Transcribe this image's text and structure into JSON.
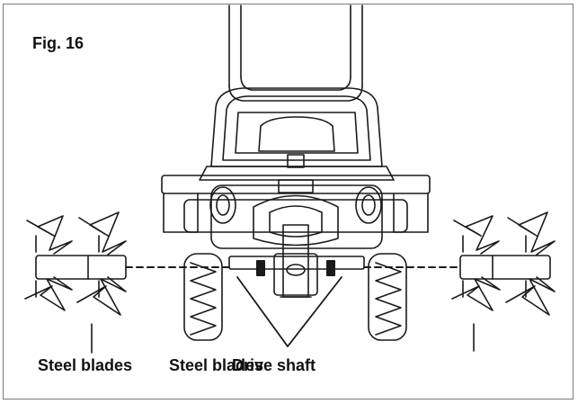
{
  "figure": {
    "title": "Fig. 16",
    "labels": [
      "Steel blades",
      "Steel blades",
      "Drive shaft"
    ]
  }
}
